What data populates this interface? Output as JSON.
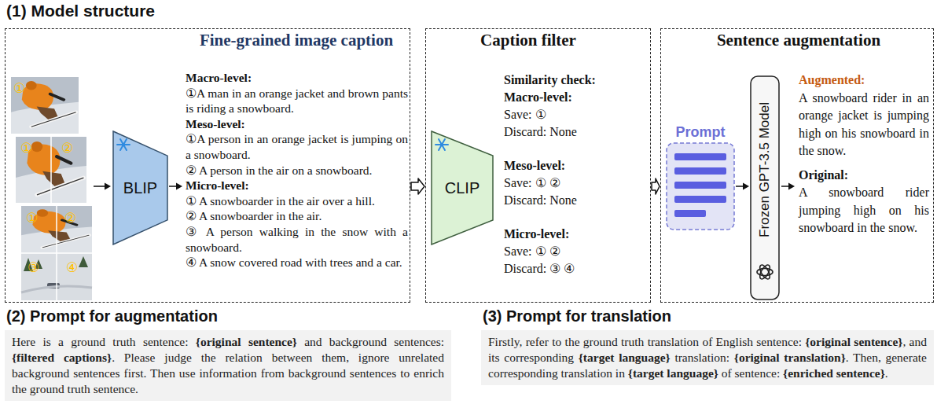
{
  "diagram": {
    "nodes": [
      {
        "text": [
          "Fine-grained image caption",
          "Macro-level:",
          "①A man in an orange jacket and brown pants is riding a snowboard.",
          "Meso-level:",
          "①A person in an orange jacket is jumping on a snowboard.",
          "② A person in the air on a snowboard.",
          "Micro-level:",
          "① A snowboarder in the air over a hill.",
          "② A snowboarder in the air.",
          "③ A person walking in the snow with a snowboard.",
          "④ A snow covered road with trees and a car."
        ]
      },
      {
        "text": [
          "BLIP"
        ],
        "in": 0
      },
      {
        "text": [
          "Caption filter",
          "Similarity check:",
          "Macro-level:",
          "Save: ①",
          "Discard: None",
          "Meso-level:",
          "Save: ① ②",
          "Discard: None",
          "Micro-level:",
          "Save: ① ②",
          "Discard: ③ ④"
        ]
      },
      {
        "text": [
          "CLIP"
        ],
        "in": 2
      },
      {
        "text": [
          "Sentence augmentation",
          "Augmented:",
          "A snowboard rider in an orange jacket is jumping high on his snowboard in the snow.",
          "Original:",
          "A snowboard rider jumping high on his snowboard in the snow."
        ]
      },
      {
        "text": [
          "Prompt"
        ],
        "in": 4
      },
      {
        "text": [
          "Frozen GPT-3.5 Model"
        ],
        "in": 4
      },
      {
        "text": [
          "(2) Prompt for augmentation",
          "Here is a ground truth sentence: {original sentence} and background sentences: {filtered captions}. Please judge the relation between them, ignore unrelated background sentences first. Then use information from background sentences to enrich the ground truth sentence."
        ]
      },
      {
        "text": [
          "(3) Prompt for translation",
          "Firstly, refer to the ground truth translation of English sentence: {original sentence}, and its corresponding {target language} translation: {original translation}. Then, generate corresponding translation in {target language} of sentence: {enriched sentence}."
        ]
      }
    ],
    "edges": [
      {
        "from": 0,
        "to": 2,
        "arrow": "to"
      },
      {
        "from": 2,
        "to": 4,
        "arrow": "to"
      },
      {
        "from": 5,
        "to": 6,
        "arrow": "to"
      }
    ],
    "labels": [
      "(1) Model structure",
      "①",
      "①",
      "②",
      "①",
      "②",
      "③",
      "④"
    ]
  }
}
